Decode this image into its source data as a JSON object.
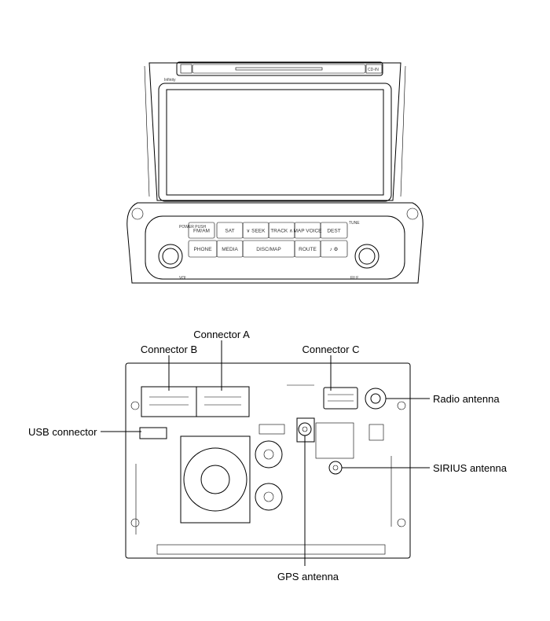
{
  "head_unit": {
    "brand": "Infinity",
    "cd_in": "CD-IN",
    "power": "POWER PUSH",
    "vol": "VOL",
    "tune": "TUNE",
    "file": "FILE",
    "buttons_row1": [
      "FM/AM",
      "SAT",
      "∨ SEEK",
      "TRACK ∧",
      "MAP VOICE",
      "DEST"
    ],
    "buttons_row2": [
      "PHONE",
      "MEDIA",
      "DISC/MAP",
      "ROUTE",
      "♪ ⚙"
    ]
  },
  "back_panel": {
    "connector_a": "Connector A",
    "connector_b": "Connector B",
    "connector_c": "Connector C",
    "radio_antenna": "Radio antenna",
    "usb_connector": "USB connector",
    "sirius_antenna": "SIRIUS antenna",
    "gps_antenna": "GPS antenna"
  }
}
